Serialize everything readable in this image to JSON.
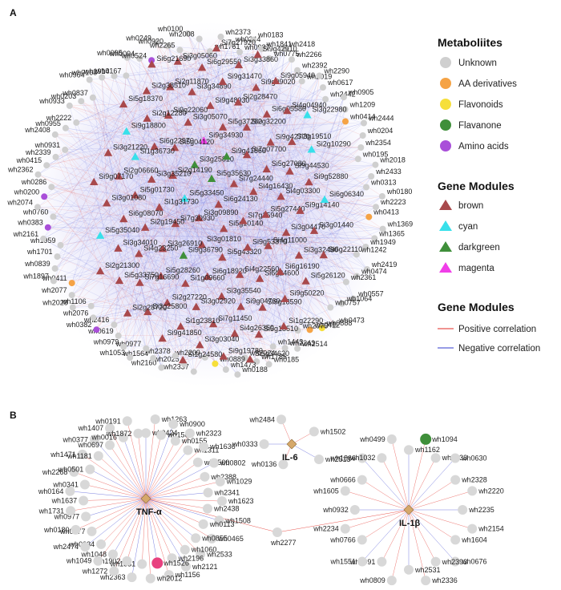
{
  "panel_a": {
    "label": "A",
    "legend": {
      "metabolites": {
        "title": "Metaboliites",
        "items": [
          {
            "label": "Unknown",
            "color": "#cfcfcf",
            "shape": "circle"
          },
          {
            "label": "AA derivatives",
            "color": "#f5a345",
            "shape": "circle"
          },
          {
            "label": "Flavonoids",
            "color": "#f6df3a",
            "shape": "circle"
          },
          {
            "label": "Flavanone",
            "color": "#3f8f3a",
            "shape": "circle"
          },
          {
            "label": "Amino acids",
            "color": "#a94fd9",
            "shape": "circle"
          }
        ]
      },
      "modules": {
        "title": "Gene Modules",
        "items": [
          {
            "label": "brown",
            "color": "#a8494c",
            "shape": "triangle"
          },
          {
            "label": "cyan",
            "color": "#38e0ea",
            "shape": "triangle"
          },
          {
            "label": "darkgreen",
            "color": "#3f8f3a",
            "shape": "triangle"
          },
          {
            "label": "magenta",
            "color": "#f03ee8",
            "shape": "triangle"
          }
        ]
      },
      "correlation": {
        "title": "Gene Modules",
        "items": [
          {
            "label": "Positive correlation",
            "color": "#e8554f"
          },
          {
            "label": "Negative correlation",
            "color": "#5960d8"
          }
        ]
      }
    },
    "genes": [
      {
        "id": "Si6g24130",
        "m": "brown"
      },
      {
        "id": "Si3g09890",
        "m": "brown"
      },
      {
        "id": "Si5g35630",
        "m": "darkgreen"
      },
      {
        "id": "Si5g10140",
        "m": "brown"
      },
      {
        "id": "Si5g33450",
        "m": "cyan"
      },
      {
        "id": "Si7g24440",
        "m": "brown"
      },
      {
        "id": "Si3g01810",
        "m": "brown"
      },
      {
        "id": "Si3g25810",
        "m": "darkgreen"
      },
      {
        "id": "Si7g15940",
        "m": "brown"
      },
      {
        "id": "Si7g30930",
        "m": "brown"
      },
      {
        "id": "Si9g41560",
        "m": "darkgreen"
      },
      {
        "id": "Si5g43320",
        "m": "brown"
      },
      {
        "id": "Si2g14190",
        "m": "brown"
      },
      {
        "id": "Si4g16430",
        "m": "brown"
      },
      {
        "id": "Si9g36790",
        "m": "darkgreen"
      },
      {
        "id": "Si9g34930",
        "m": "magenta"
      },
      {
        "id": "Si9g53370",
        "m": "brown"
      },
      {
        "id": "Si1g31730",
        "m": "brown"
      },
      {
        "id": "Si7g07700",
        "m": "brown"
      },
      {
        "id": "Si6g18920",
        "m": "brown"
      },
      {
        "id": "Si5g04120",
        "m": "brown"
      },
      {
        "id": "Si5g27440",
        "m": "brown"
      },
      {
        "id": "Si3g26910",
        "m": "brown"
      },
      {
        "id": "Si5g37280",
        "m": "brown"
      },
      {
        "id": "Si4g22560",
        "m": "brown"
      },
      {
        "id": "Si3g35210",
        "m": "brown"
      },
      {
        "id": "Si5g27080",
        "m": "brown"
      },
      {
        "id": "Si1g09660",
        "m": "brown"
      },
      {
        "id": "Si3g05070",
        "m": "brown"
      },
      {
        "id": "Si4g11000",
        "m": "brown"
      },
      {
        "id": "Si2g19450",
        "m": "brown"
      },
      {
        "id": "Si2g32200",
        "m": "brown"
      },
      {
        "id": "Si3g35540",
        "m": "brown"
      },
      {
        "id": "Si6g22970",
        "m": "brown"
      },
      {
        "id": "Si4g03300",
        "m": "brown"
      },
      {
        "id": "Si5g28260",
        "m": "brown"
      },
      {
        "id": "Si9g48930",
        "m": "brown"
      },
      {
        "id": "Si6g24600",
        "m": "brown"
      },
      {
        "id": "Si5g01730",
        "m": "brown"
      },
      {
        "id": "Si9g42770",
        "m": "brown"
      },
      {
        "id": "Si3g02920",
        "m": "brown"
      },
      {
        "id": "Si9g22060",
        "m": "brown"
      },
      {
        "id": "Si3g04470",
        "m": "brown"
      },
      {
        "id": "Si4g23250",
        "m": "brown"
      },
      {
        "id": "Si2g28470",
        "m": "brown"
      },
      {
        "id": "Si9g04760",
        "m": "brown"
      },
      {
        "id": "Si1g36730",
        "m": "cyan"
      },
      {
        "id": "Si9g44530",
        "m": "brown"
      },
      {
        "id": "Si2g27220",
        "m": "brown"
      },
      {
        "id": "Si3g34890",
        "m": "brown"
      },
      {
        "id": "Si6g16190",
        "m": "brown"
      },
      {
        "id": "Si6g08070",
        "m": "brown"
      },
      {
        "id": "Si6g05580",
        "m": "brown"
      },
      {
        "id": "Si7g11450",
        "m": "brown"
      },
      {
        "id": "Si2g12280",
        "m": "brown"
      },
      {
        "id": "Si9g14140",
        "m": "brown"
      },
      {
        "id": "Si7g16690",
        "m": "brown"
      },
      {
        "id": "Si9g31470",
        "m": "brown"
      },
      {
        "id": "Si9g18590",
        "m": "brown"
      },
      {
        "id": "Si2g06660",
        "m": "brown"
      },
      {
        "id": "Si3g19510",
        "m": "brown"
      },
      {
        "id": "Si1g23810",
        "m": "brown"
      },
      {
        "id": "Si2g11870",
        "m": "brown"
      },
      {
        "id": "Si3g32480",
        "m": "brown"
      },
      {
        "id": "Si3g34010",
        "m": "brown"
      },
      {
        "id": "Si9g09020",
        "m": "brown"
      },
      {
        "id": "Si4g26350",
        "m": "brown"
      },
      {
        "id": "Si9g18800",
        "m": "cyan"
      },
      {
        "id": "Si9g52880",
        "m": "brown"
      },
      {
        "id": "Si3g25800",
        "m": "brown"
      },
      {
        "id": "Si6g29550",
        "m": "brown"
      },
      {
        "id": "Si9g50220",
        "m": "brown"
      },
      {
        "id": "Si3g01080",
        "m": "brown"
      },
      {
        "id": "Si4g04940",
        "m": "brown"
      },
      {
        "id": "Si3g03040",
        "m": "brown"
      },
      {
        "id": "Si2g38510",
        "m": "brown"
      },
      {
        "id": "Si3g01440",
        "m": "brown"
      },
      {
        "id": "Si5g33750",
        "m": "brown"
      },
      {
        "id": "Si3g33860",
        "m": "brown"
      },
      {
        "id": "Si5g18510",
        "m": "brown"
      },
      {
        "id": "Si3g21220",
        "m": "brown"
      },
      {
        "id": "Si2g10290",
        "m": "cyan"
      },
      {
        "id": "Si9g41850",
        "m": "brown"
      },
      {
        "id": "Si3g05060",
        "m": "brown"
      },
      {
        "id": "Si5g26120",
        "m": "brown"
      },
      {
        "id": "Si5g35040",
        "m": "cyan"
      },
      {
        "id": "Si9g05940",
        "m": "brown"
      },
      {
        "id": "Si9g19780",
        "m": "brown"
      },
      {
        "id": "Si5g18370",
        "m": "brown"
      },
      {
        "id": "Si6g06340",
        "m": "cyan"
      },
      {
        "id": "Si2g28720",
        "m": "brown"
      },
      {
        "id": "Si7g27920",
        "m": "brown"
      },
      {
        "id": "Si1g22290",
        "m": "brown"
      },
      {
        "id": "Si9g07170",
        "m": "brown"
      },
      {
        "id": "Si3g22980",
        "m": "cyan"
      },
      {
        "id": "Si1g24580",
        "m": "brown"
      },
      {
        "id": "Si6g21690",
        "m": "brown"
      },
      {
        "id": "Si6g22110",
        "m": "brown"
      },
      {
        "id": "Si2g21300",
        "m": "brown"
      },
      {
        "id": "Si9g42910",
        "m": "brown"
      },
      {
        "id": "Si5g34620",
        "m": "brown"
      }
    ],
    "metabolites": [
      {
        "id": "wh1761",
        "c": "Unknown"
      },
      {
        "id": "wh2373",
        "c": "Unknown"
      },
      {
        "id": "wh0244",
        "c": "Unknown"
      },
      {
        "id": "wh0987",
        "c": "Unknown"
      },
      {
        "id": "wh0183",
        "c": "Unknown"
      },
      {
        "id": "wh1841",
        "c": "Unknown"
      },
      {
        "id": "wh0775",
        "c": "Unknown"
      },
      {
        "id": "wh2418",
        "c": "Unknown"
      },
      {
        "id": "wh2266",
        "c": "Unknown"
      },
      {
        "id": "wh2392",
        "c": "Unknown"
      },
      {
        "id": "wh2019",
        "c": "Unknown"
      },
      {
        "id": "wh2290",
        "c": "Unknown"
      },
      {
        "id": "wh0617",
        "c": "Unknown"
      },
      {
        "id": "wh2442",
        "c": "Unknown"
      },
      {
        "id": "wh0905",
        "c": "Unknown"
      },
      {
        "id": "wh1209",
        "c": "Unknown"
      },
      {
        "id": "wh0414",
        "c": "AA derivatives"
      },
      {
        "id": "wh2444",
        "c": "Unknown"
      },
      {
        "id": "wh0204",
        "c": "Unknown"
      },
      {
        "id": "wh2354",
        "c": "Unknown"
      },
      {
        "id": "wh0195",
        "c": "Unknown"
      },
      {
        "id": "wh2018",
        "c": "Unknown"
      },
      {
        "id": "wh2433",
        "c": "Unknown"
      },
      {
        "id": "wh0313",
        "c": "Unknown"
      },
      {
        "id": "wh0180",
        "c": "Unknown"
      },
      {
        "id": "wh2223",
        "c": "Unknown"
      },
      {
        "id": "wh0413",
        "c": "AA derivatives"
      },
      {
        "id": "wh1369",
        "c": "Unknown"
      },
      {
        "id": "wh1365",
        "c": "Unknown"
      },
      {
        "id": "wh1949",
        "c": "Unknown"
      },
      {
        "id": "wh1242",
        "c": "Unknown"
      },
      {
        "id": "wh2419",
        "c": "Unknown"
      },
      {
        "id": "wh0474",
        "c": "Unknown"
      },
      {
        "id": "wh2361",
        "c": "Unknown"
      },
      {
        "id": "wh0557",
        "c": "Unknown"
      },
      {
        "id": "wh1064",
        "c": "Unknown"
      },
      {
        "id": "wh0757",
        "c": "Unknown"
      },
      {
        "id": "wh0473",
        "c": "Unknown"
      },
      {
        "id": "wh0888",
        "c": "Flavonoids"
      },
      {
        "id": "wh0412",
        "c": "AA derivatives"
      },
      {
        "id": "wh2075",
        "c": "Unknown"
      },
      {
        "id": "wh2514",
        "c": "Unknown"
      },
      {
        "id": "wh2243",
        "c": "Unknown"
      },
      {
        "id": "wh1443",
        "c": "Unknown"
      },
      {
        "id": "wh0185",
        "c": "Unknown"
      },
      {
        "id": "wh1785",
        "c": "Unknown"
      },
      {
        "id": "wh2024",
        "c": "Unknown"
      },
      {
        "id": "wh0188",
        "c": "Unknown"
      },
      {
        "id": "wh1473",
        "c": "Unknown"
      },
      {
        "id": "wh0889",
        "c": "Flavonoids"
      },
      {
        "id": "wh2209",
        "c": "Unknown"
      },
      {
        "id": "wh2337",
        "c": "Unknown"
      },
      {
        "id": "wh2025",
        "c": "Unknown"
      },
      {
        "id": "wh2378",
        "c": "Unknown"
      },
      {
        "id": "wh2160",
        "c": "Unknown"
      },
      {
        "id": "wh1564",
        "c": "Unknown"
      },
      {
        "id": "wh0977",
        "c": "Unknown"
      },
      {
        "id": "wh1053",
        "c": "Unknown"
      },
      {
        "id": "wh0979",
        "c": "Unknown"
      },
      {
        "id": "wh0619",
        "c": "Unknown"
      },
      {
        "id": "wh2416",
        "c": "Unknown"
      },
      {
        "id": "wh0382",
        "c": "Amino acids"
      },
      {
        "id": "wh2076",
        "c": "Unknown"
      },
      {
        "id": "wh1106",
        "c": "Unknown"
      },
      {
        "id": "wh2028",
        "c": "Unknown"
      },
      {
        "id": "wh2077",
        "c": "Unknown"
      },
      {
        "id": "wh0411",
        "c": "AA derivatives"
      },
      {
        "id": "wh1897",
        "c": "Unknown"
      },
      {
        "id": "wh0839",
        "c": "Unknown"
      },
      {
        "id": "wh1701",
        "c": "Unknown"
      },
      {
        "id": "wh1959",
        "c": "Unknown"
      },
      {
        "id": "wh2161",
        "c": "Unknown"
      },
      {
        "id": "wh0383",
        "c": "Amino acids"
      },
      {
        "id": "wh0760",
        "c": "Unknown"
      },
      {
        "id": "wh2074",
        "c": "Unknown"
      },
      {
        "id": "wh0200",
        "c": "Amino acids"
      },
      {
        "id": "wh0286",
        "c": "Unknown"
      },
      {
        "id": "wh2362",
        "c": "Unknown"
      },
      {
        "id": "wh0415",
        "c": "Unknown"
      },
      {
        "id": "wh2339",
        "c": "Unknown"
      },
      {
        "id": "wh0931",
        "c": "Unknown"
      },
      {
        "id": "wh2408",
        "c": "Unknown"
      },
      {
        "id": "wh0955",
        "c": "Unknown"
      },
      {
        "id": "wh2222",
        "c": "Unknown"
      },
      {
        "id": "wh0933",
        "c": "Unknown"
      },
      {
        "id": "wh0203",
        "c": "Unknown"
      },
      {
        "id": "wh0837",
        "c": "Unknown"
      },
      {
        "id": "wh0964",
        "c": "Unknown"
      },
      {
        "id": "wh0168",
        "c": "Unknown"
      },
      {
        "id": "wh1914",
        "c": "Unknown"
      },
      {
        "id": "wh0167",
        "c": "Unknown"
      },
      {
        "id": "wh0095",
        "c": "Unknown"
      },
      {
        "id": "wh0094",
        "c": "Unknown"
      },
      {
        "id": "wh0524",
        "c": "Amino acids"
      },
      {
        "id": "wh0249",
        "c": "Unknown"
      },
      {
        "id": "wh0920",
        "c": "Unknown"
      },
      {
        "id": "wh2265",
        "c": "Unknown"
      },
      {
        "id": "wh0100",
        "c": "Unknown"
      },
      {
        "id": "wh2008",
        "c": "Unknown"
      }
    ]
  },
  "panel_b": {
    "label": "B",
    "hubs": [
      {
        "id": "TNF-α",
        "leaves": [
          "wh0424",
          "wh1263",
          "wh1563",
          "wh0900",
          "wh0155",
          "wh2323",
          "wh1311",
          "wh1636",
          "wh1500",
          "wh0802",
          "wh2388",
          "wh1029",
          "wh2341",
          "wh1623",
          "wh2438",
          "wh1508",
          "wh0113",
          "wh0465",
          "wh0855",
          "wh2533",
          "wh1060",
          "wh2121",
          "wh2196",
          "wh1156",
          "wh1526",
          "wh2012",
          "wh1831",
          "wh2363",
          "wh1902",
          "wh1272",
          "wh1048",
          "wh1049",
          "wh0334",
          "wh2474",
          "wh0277",
          "wh0180",
          "wh0977",
          "wh1731",
          "wh1637",
          "wh0164",
          "wh0341",
          "wh2268",
          "wh0501",
          "wh1471",
          "wh1181",
          "wh0377",
          "wh0697",
          "wh1407",
          "wh0016",
          "wh0191",
          "wh1872"
        ]
      },
      {
        "id": "IL-6",
        "leaves": [
          "wh0333",
          "wh2484",
          "wh1502",
          "wh2513",
          "wh0136"
        ]
      },
      {
        "id": "IL-1β",
        "leaves": [
          "wh1162",
          "wh1094",
          "wh1533",
          "wh0630",
          "wh2328",
          "wh2220",
          "wh2235",
          "wh2154",
          "wh1604",
          "wh0676",
          "wh2393",
          "wh2336",
          "wh2531",
          "wh0809",
          "wh0991",
          "wh1551",
          "wh0766",
          "wh2234",
          "wh0932",
          "wh1605",
          "wh0666",
          "wh1866",
          "wh1032",
          "wh0499"
        ]
      }
    ],
    "shared": "wh2277",
    "highlight": {
      "wh1526": "#e8417f",
      "wh1094": "#3f8f3a"
    }
  }
}
